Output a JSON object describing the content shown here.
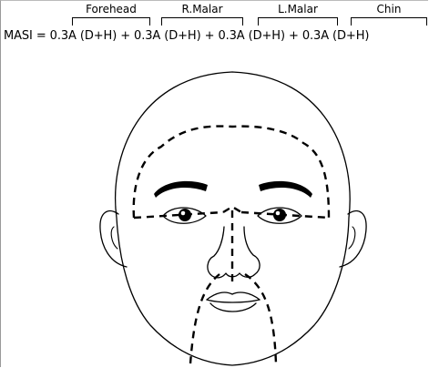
{
  "regions": {
    "forehead": "Forehead",
    "r_malar": "R.Malar",
    "l_malar": "L.Malar",
    "chin": "Chin"
  },
  "formula": {
    "lhs": "MASI = ",
    "forehead_term": "0.3A (D+H)",
    "op1": " + ",
    "r_malar_term": "0.3A (D+H)",
    "op2": " + ",
    "l_malar_term": "0.3A (D+H)",
    "op3": " + ",
    "chin_term": "0.3A (D+H)"
  },
  "illustration": {
    "subject": "face-outline-icon",
    "divider_style": "dashed",
    "line_color": "#000000"
  }
}
